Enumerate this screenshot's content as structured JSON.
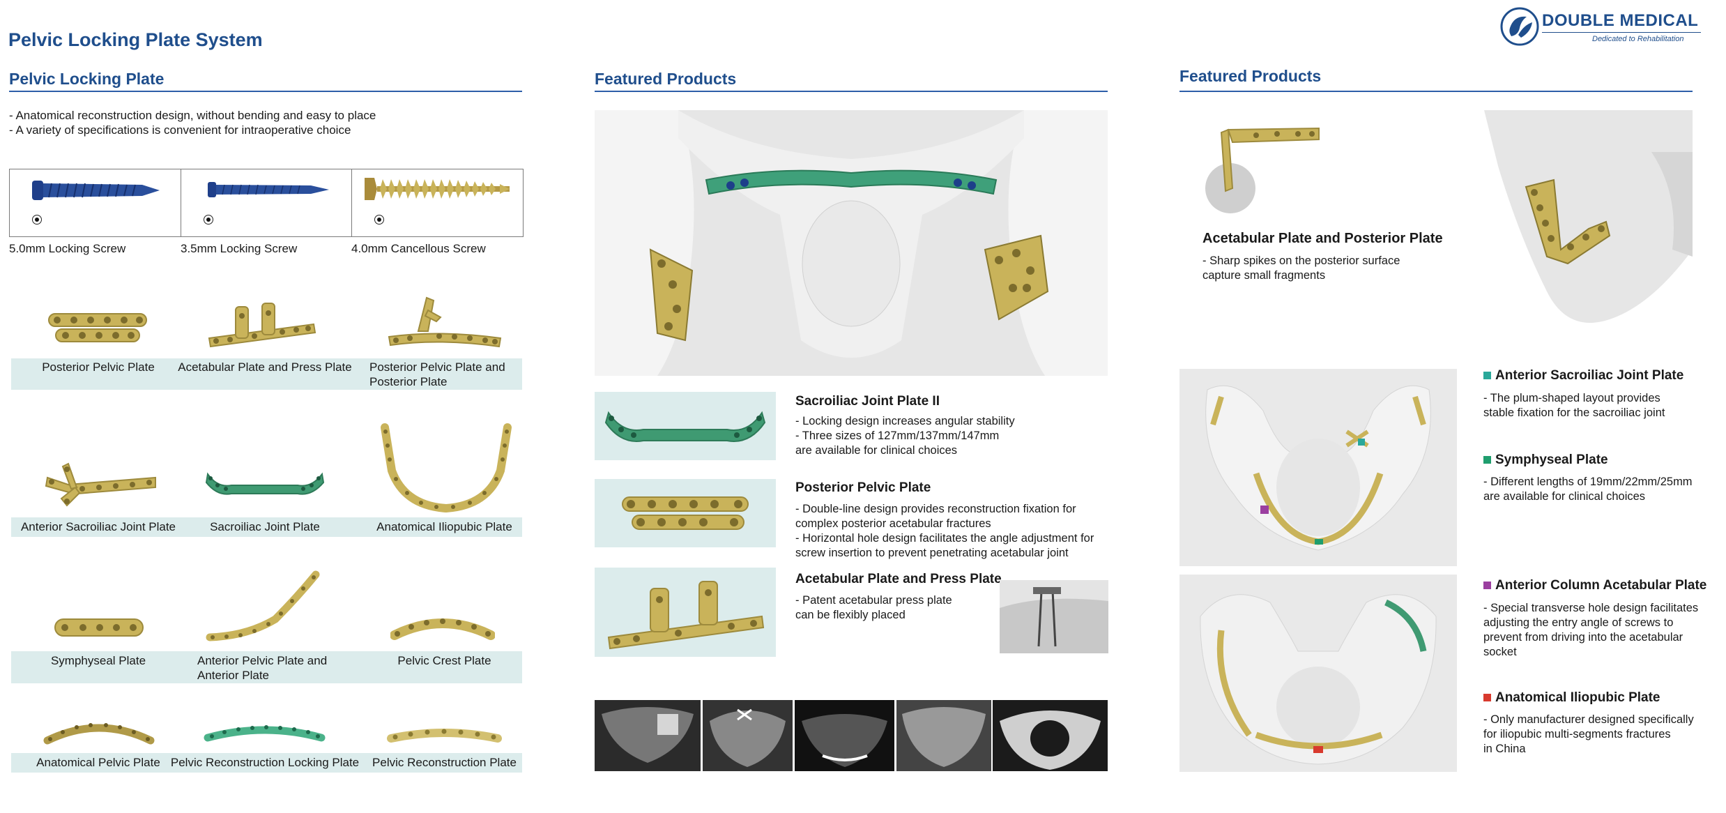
{
  "brand": {
    "name": "DOUBLE MEDICAL",
    "tagline": "Dedicated to Rehabilitation",
    "color": "#1f4e8c"
  },
  "page_title": "Pelvic Locking Plate System",
  "left": {
    "title": "Pelvic Locking Plate",
    "bullets": "- Anatomical reconstruction design, without bending and easy to place\n- A variety of specifications is convenient for intraoperative choice",
    "screws": [
      {
        "label": "5.0mm Locking Screw",
        "color": "#2a4f9c"
      },
      {
        "label": "3.5mm Locking Screw",
        "color": "#2a4f9c"
      },
      {
        "label": "4.0mm Cancellous Screw",
        "color": "#b59a45"
      }
    ],
    "plates": [
      {
        "label": "Posterior Pelvic Plate"
      },
      {
        "label": "Acetabular Plate and Press Plate"
      },
      {
        "label": "Posterior Pelvic Plate and\nPosterior Plate"
      },
      {
        "label": "Anterior Sacroiliac Joint Plate"
      },
      {
        "label": "Sacroiliac Joint Plate"
      },
      {
        "label": "Anatomical Iliopubic Plate"
      },
      {
        "label": "Symphyseal Plate"
      },
      {
        "label": "Anterior Pelvic Plate and\nAnterior Plate"
      },
      {
        "label": "Pelvic Crest Plate"
      },
      {
        "label": "Anatomical Pelvic Plate"
      },
      {
        "label": "Pelvic Reconstruction Locking Plate"
      },
      {
        "label": "Pelvic Reconstruction Plate"
      }
    ]
  },
  "middle": {
    "title": "Featured Products",
    "features": [
      {
        "title": "Sacroiliac Joint Plate II",
        "text": "- Locking design increases angular stability\n- Three sizes of 127mm/137mm/147mm\n  are available for clinical choices"
      },
      {
        "title": "Posterior Pelvic Plate",
        "text": "- Double-line design provides reconstruction fixation for\n  complex posterior acetabular fractures\n- Horizontal hole design facilitates the angle adjustment for\n  screw insertion to prevent penetrating acetabular joint"
      },
      {
        "title": "Acetabular Plate and Press Plate",
        "text": "- Patent acetabular press plate\n  can be flexibly placed"
      }
    ]
  },
  "right": {
    "title": "Featured Products",
    "top_feature": {
      "title": "Acetabular Plate and Posterior Plate",
      "text": "- Sharp spikes on the posterior surface\n  capture small fragments"
    },
    "items": [
      {
        "title": "Anterior Sacroiliac Joint Plate",
        "text": "- The plum-shaped layout provides\n  stable fixation for the sacroiliac joint",
        "color": "#2aa89a"
      },
      {
        "title": "Symphyseal Plate",
        "text": "- Different lengths of 19mm/22mm/25mm\n  are available for clinical choices",
        "color": "#1f9e6e"
      },
      {
        "title": "Anterior Column Acetabular Plate",
        "text": "- Special transverse hole design facilitates\n  adjusting the entry angle of screws to\n  prevent from driving into the acetabular\n  socket",
        "color": "#9b3fa0"
      },
      {
        "title": "Anatomical Iliopubic Plate",
        "text": "- Only manufacturer designed specifically\n  for iliopubic multi-segments fractures\n  in China",
        "color": "#d83a2e"
      }
    ]
  },
  "colors": {
    "gold": "#c9b35a",
    "green": "#3fa07a",
    "accent_blue": "#1f4e8c",
    "band": "#dcecec"
  }
}
